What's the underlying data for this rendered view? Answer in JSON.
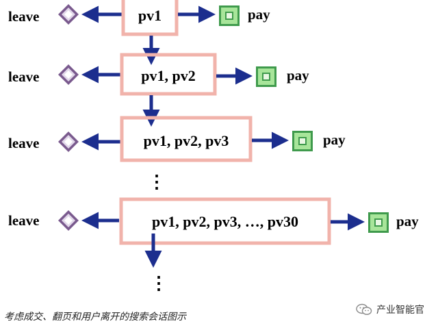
{
  "nodes": [
    {
      "label": "pv1"
    },
    {
      "label": "pv1, pv2"
    },
    {
      "label": "pv1, pv2, pv3"
    },
    {
      "label": "pv1, pv2, pv3, …, pv30"
    }
  ],
  "leave_label": "leave",
  "pay_label": "pay",
  "ellipsis": "⋮",
  "caption": "考虑成交、翻页和用户离开的搜索会话图示",
  "watermark": "产业智能官",
  "colors": {
    "box_border": "#f1b3ab",
    "arrow": "#1c2e8e",
    "leave_outer": "#7a5a8e",
    "leave_inner": "#e2d8ea",
    "pay_outer": "#3f9a4c",
    "pay_fill": "#a8e59a",
    "pay_inner": "#e9f7e3"
  }
}
